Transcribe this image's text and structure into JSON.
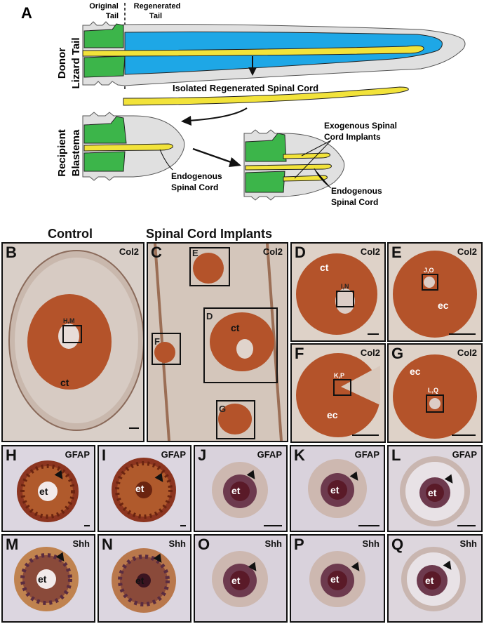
{
  "panel_a": {
    "letter": "A",
    "original_tail": [
      "Original",
      "Tail"
    ],
    "regenerated_tail": [
      "Regenerated",
      "Tail"
    ],
    "donor_label": [
      "Donor",
      "Lizard Tail"
    ],
    "isolated_label": "Isolated Regenerated Spinal Cord",
    "recipient_label": [
      "Recipient",
      "Blastema"
    ],
    "endogenous_left": [
      "Endogenous",
      "Spinal Cord"
    ],
    "exogenous_label": [
      "Exogenous Spinal",
      "Cord Implants"
    ],
    "endogenous_right": [
      "Endogenous",
      "Spinal Cord"
    ]
  },
  "group_titles": {
    "control": "Control",
    "implants": "Spinal Cord Implants"
  },
  "panels": {
    "B": {
      "letter": "B",
      "stain": "Col2",
      "inner": "ct",
      "box": "H,M"
    },
    "C": {
      "letter": "C",
      "stain": "Col2",
      "inner": "ct",
      "sub": [
        "E",
        "D",
        "F",
        "G"
      ]
    },
    "D": {
      "letter": "D",
      "stain": "Col2",
      "inner": "ct",
      "box": "I,N"
    },
    "E": {
      "letter": "E",
      "stain": "Col2",
      "inner": "ec",
      "box": "J,O"
    },
    "F": {
      "letter": "F",
      "stain": "Col2",
      "inner": "ec",
      "box": "K,P"
    },
    "G": {
      "letter": "G",
      "stain": "Col2",
      "inner": "ec",
      "box": "L,Q"
    },
    "H": {
      "letter": "H",
      "stain": "GFAP",
      "inner": "et"
    },
    "I": {
      "letter": "I",
      "stain": "GFAP",
      "inner": "et"
    },
    "J": {
      "letter": "J",
      "stain": "GFAP",
      "inner": "et"
    },
    "K": {
      "letter": "K",
      "stain": "GFAP",
      "inner": "et"
    },
    "L": {
      "letter": "L",
      "stain": "GFAP",
      "inner": "et"
    },
    "M": {
      "letter": "M",
      "stain": "Shh",
      "inner": "et"
    },
    "N": {
      "letter": "N",
      "stain": "Shh",
      "inner": "et"
    },
    "O": {
      "letter": "O",
      "stain": "Shh",
      "inner": "et"
    },
    "P": {
      "letter": "P",
      "stain": "Shh",
      "inner": "et"
    },
    "Q": {
      "letter": "Q",
      "stain": "Shh",
      "inner": "et"
    }
  }
}
